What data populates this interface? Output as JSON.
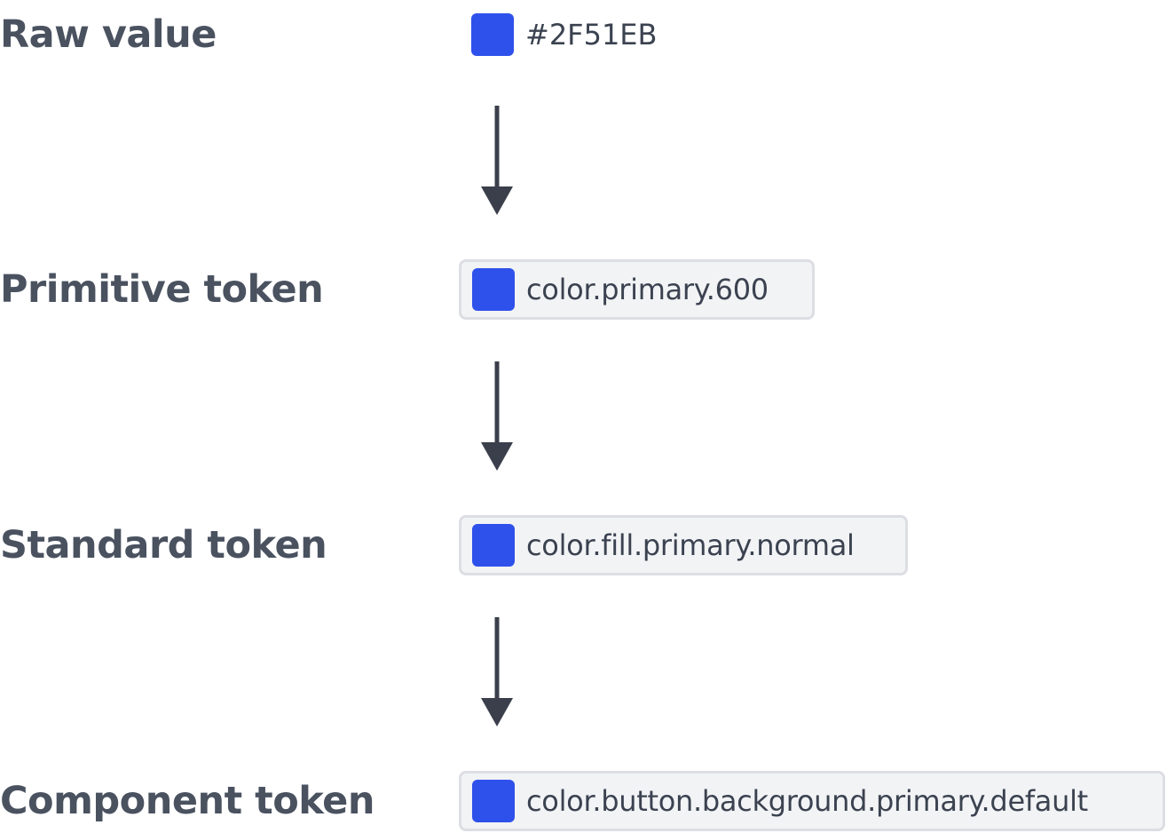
{
  "diagram": {
    "rows": [
      {
        "label": "Raw value",
        "value": "#2F51EB"
      },
      {
        "label": "Primitive token",
        "value": "color.primary.600"
      },
      {
        "label": "Standard token",
        "value": "color.fill.primary.normal"
      },
      {
        "label": "Component token",
        "value": "color.button.background.primary.default"
      }
    ]
  },
  "colors": {
    "swatch": "#2F51EB",
    "label_text": "#4A5260",
    "arrow": "#3A3F4B",
    "token_bg": "#F2F3F5",
    "token_border": "#DCDEE3"
  }
}
